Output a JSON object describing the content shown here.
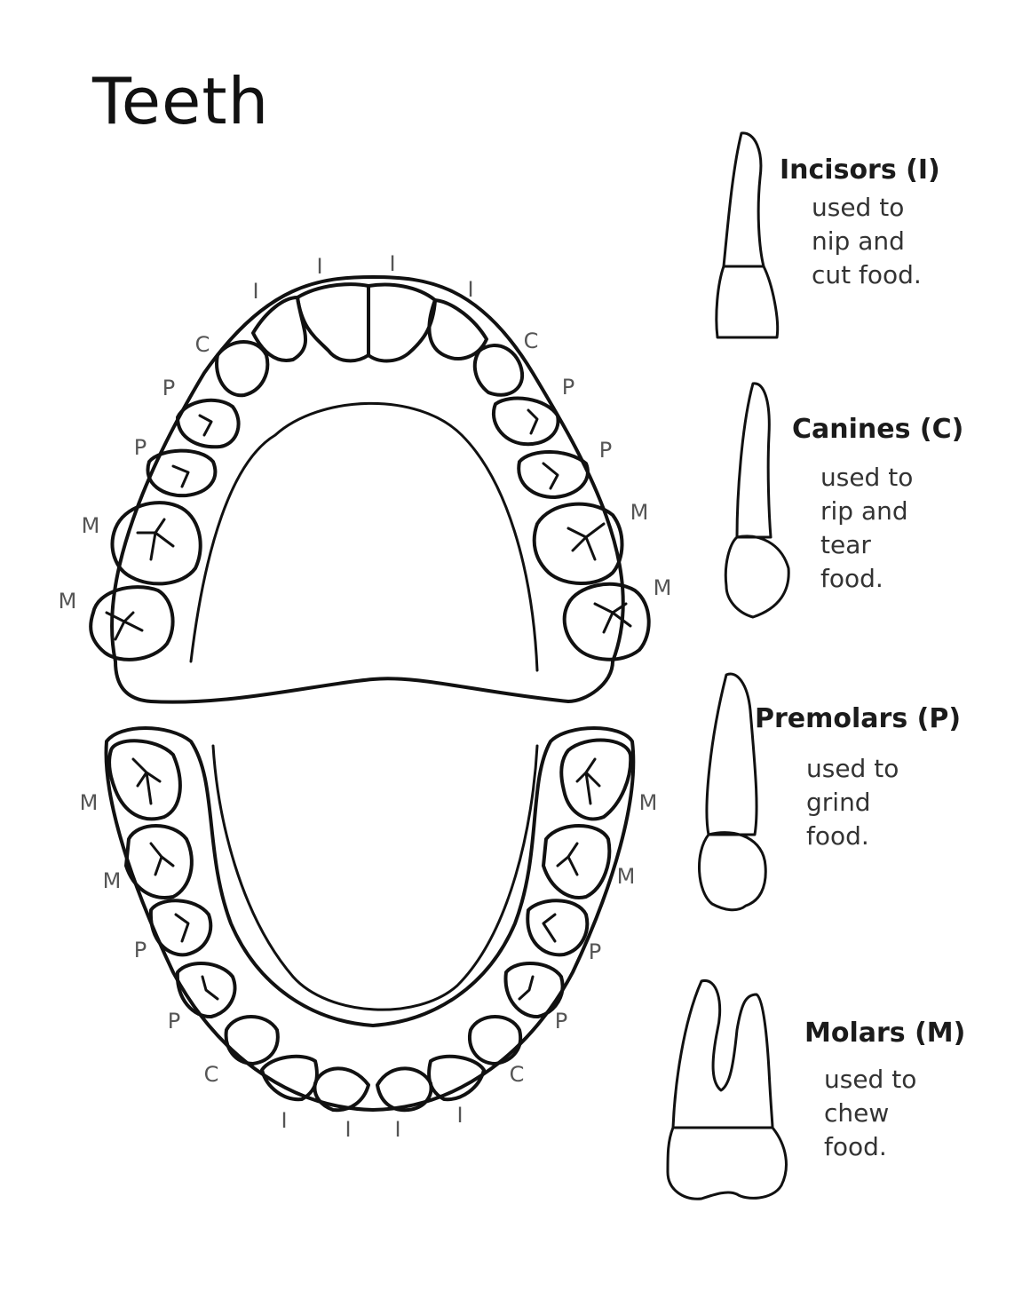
{
  "title": "Teeth",
  "tooth_types": [
    {
      "key": "incisors",
      "name": "Incisors (I)",
      "desc": [
        "used to",
        "nip and",
        "cut food."
      ]
    },
    {
      "key": "canines",
      "name": "Canines (C)",
      "desc": [
        "used to",
        "rip and",
        "tear",
        "food."
      ]
    },
    {
      "key": "premolars",
      "name": "Premolars (P)",
      "desc": [
        "used to",
        "grind",
        "food."
      ]
    },
    {
      "key": "molars",
      "name": "Molars (M)",
      "desc": [
        "used to",
        "chew",
        "food."
      ]
    }
  ],
  "upper_labels": [
    "I",
    "I",
    "I",
    "I",
    "C",
    "C",
    "P",
    "P",
    "P",
    "P",
    "M",
    "M",
    "M",
    "M"
  ],
  "lower_labels": [
    "M",
    "M",
    "M",
    "M",
    "P",
    "P",
    "P",
    "P",
    "C",
    "C",
    "I",
    "I",
    "I",
    "I"
  ]
}
